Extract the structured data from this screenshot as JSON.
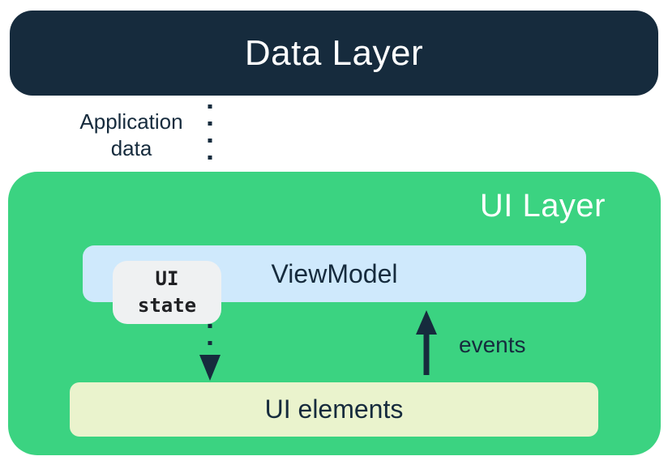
{
  "colors": {
    "navy": "#162B3D",
    "green": "#3BD381",
    "light_blue": "#CFE9FC",
    "cream": "#EAF3CD",
    "chip_gray": "#EFF1F2",
    "chip_text": "#202124",
    "white": "#FFFFFF"
  },
  "diagram": {
    "data_layer": {
      "label": "Data Layer"
    },
    "application_data_label": "Application\ndata",
    "ui_layer": {
      "label": "UI Layer"
    },
    "viewmodel": {
      "label": "ViewModel"
    },
    "ui_state_chip": {
      "label": "UI\nstate"
    },
    "events_label": "events",
    "ui_elements": {
      "label": "UI elements"
    },
    "arrows": [
      {
        "name": "application-data-arrow",
        "style": "dotted",
        "direction": "down",
        "from": "Data Layer",
        "to": "ViewModel"
      },
      {
        "name": "ui-state-arrow",
        "style": "dotted",
        "direction": "down",
        "from": "ViewModel / UI state",
        "to": "UI elements"
      },
      {
        "name": "events-arrow",
        "style": "solid",
        "direction": "up",
        "from": "UI elements",
        "to": "ViewModel"
      }
    ]
  }
}
